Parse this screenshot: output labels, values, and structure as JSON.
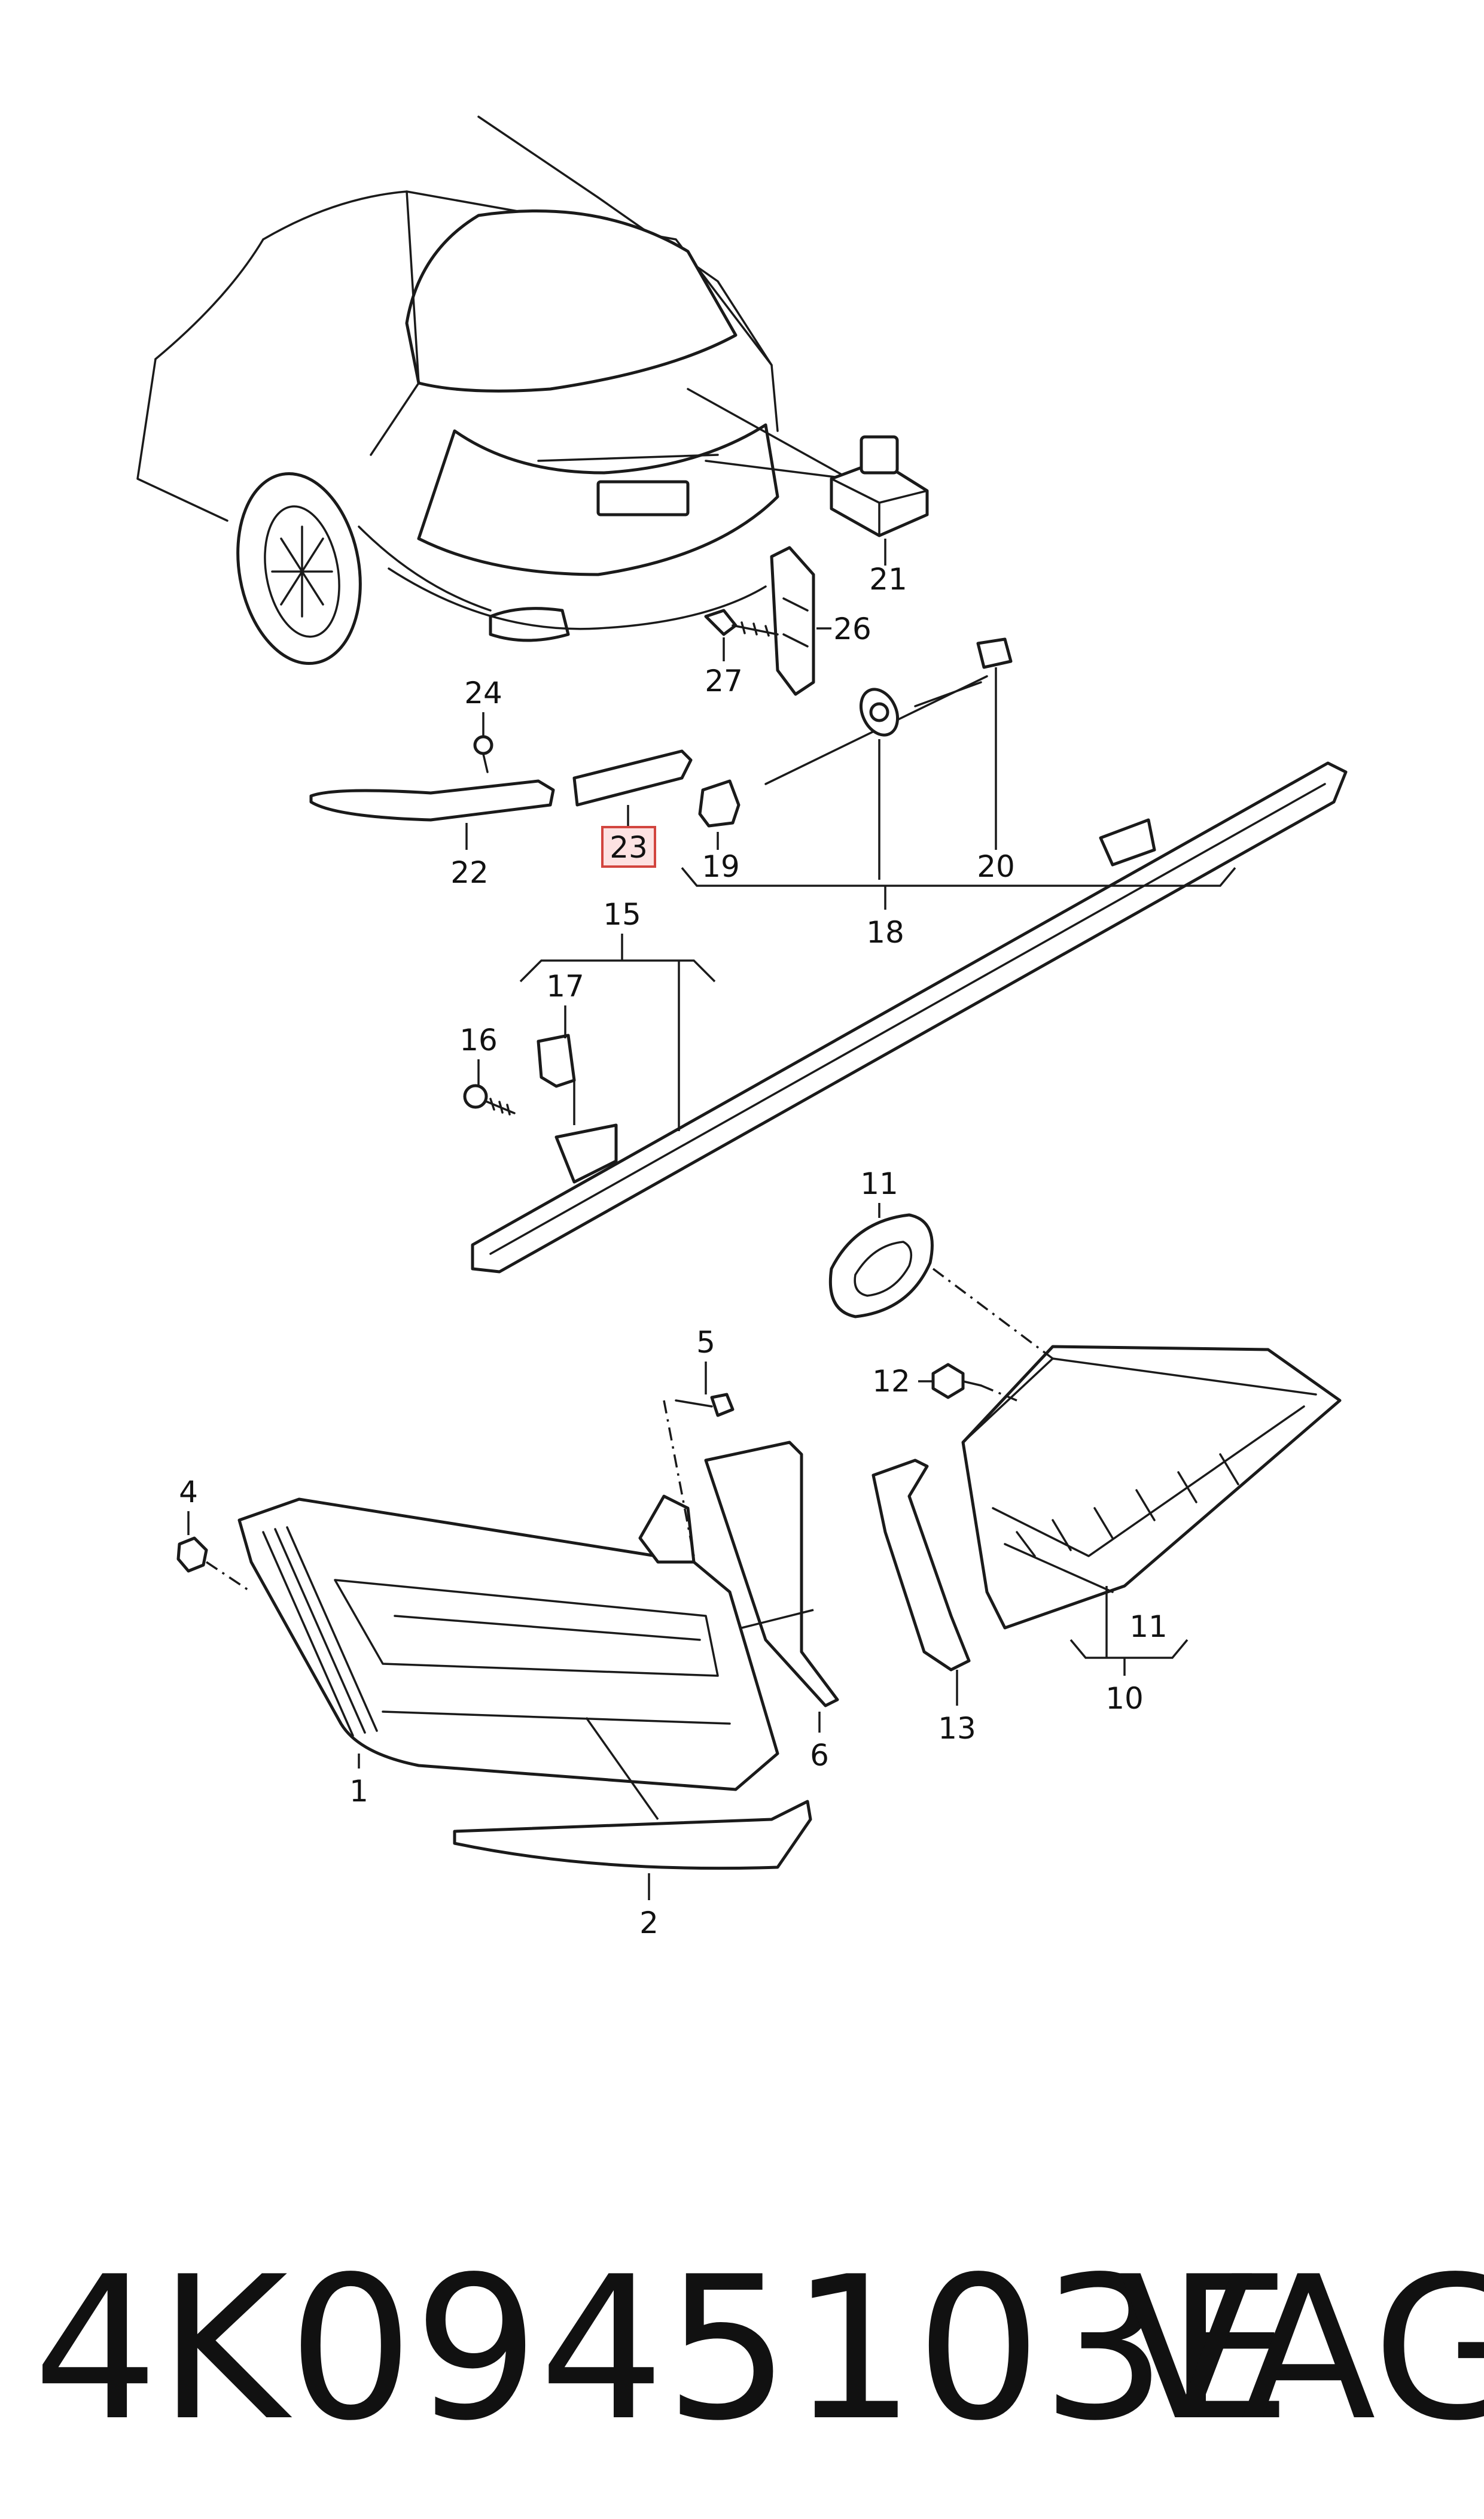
{
  "callouts": {
    "c1": "1",
    "c2": "2",
    "c4": "4",
    "c5": "5",
    "c6": "6",
    "c10": "10",
    "c11a": "11",
    "c11b": "11",
    "c12": "12",
    "c13": "13",
    "c15": "15",
    "c16": "16",
    "c17": "17",
    "c18": "18",
    "c19": "19",
    "c20": "20",
    "c21": "21",
    "c22": "22",
    "c23": "23",
    "c24": "24",
    "c26": "26",
    "c27": "27"
  },
  "highlighted_callout": "23",
  "colors": {
    "line": "#1a1a1a",
    "highlight_fill": "#fde2e2",
    "highlight_stroke": "#d2453f"
  },
  "footer": {
    "part_number": "4K0945103E",
    "brand": "VAG"
  }
}
